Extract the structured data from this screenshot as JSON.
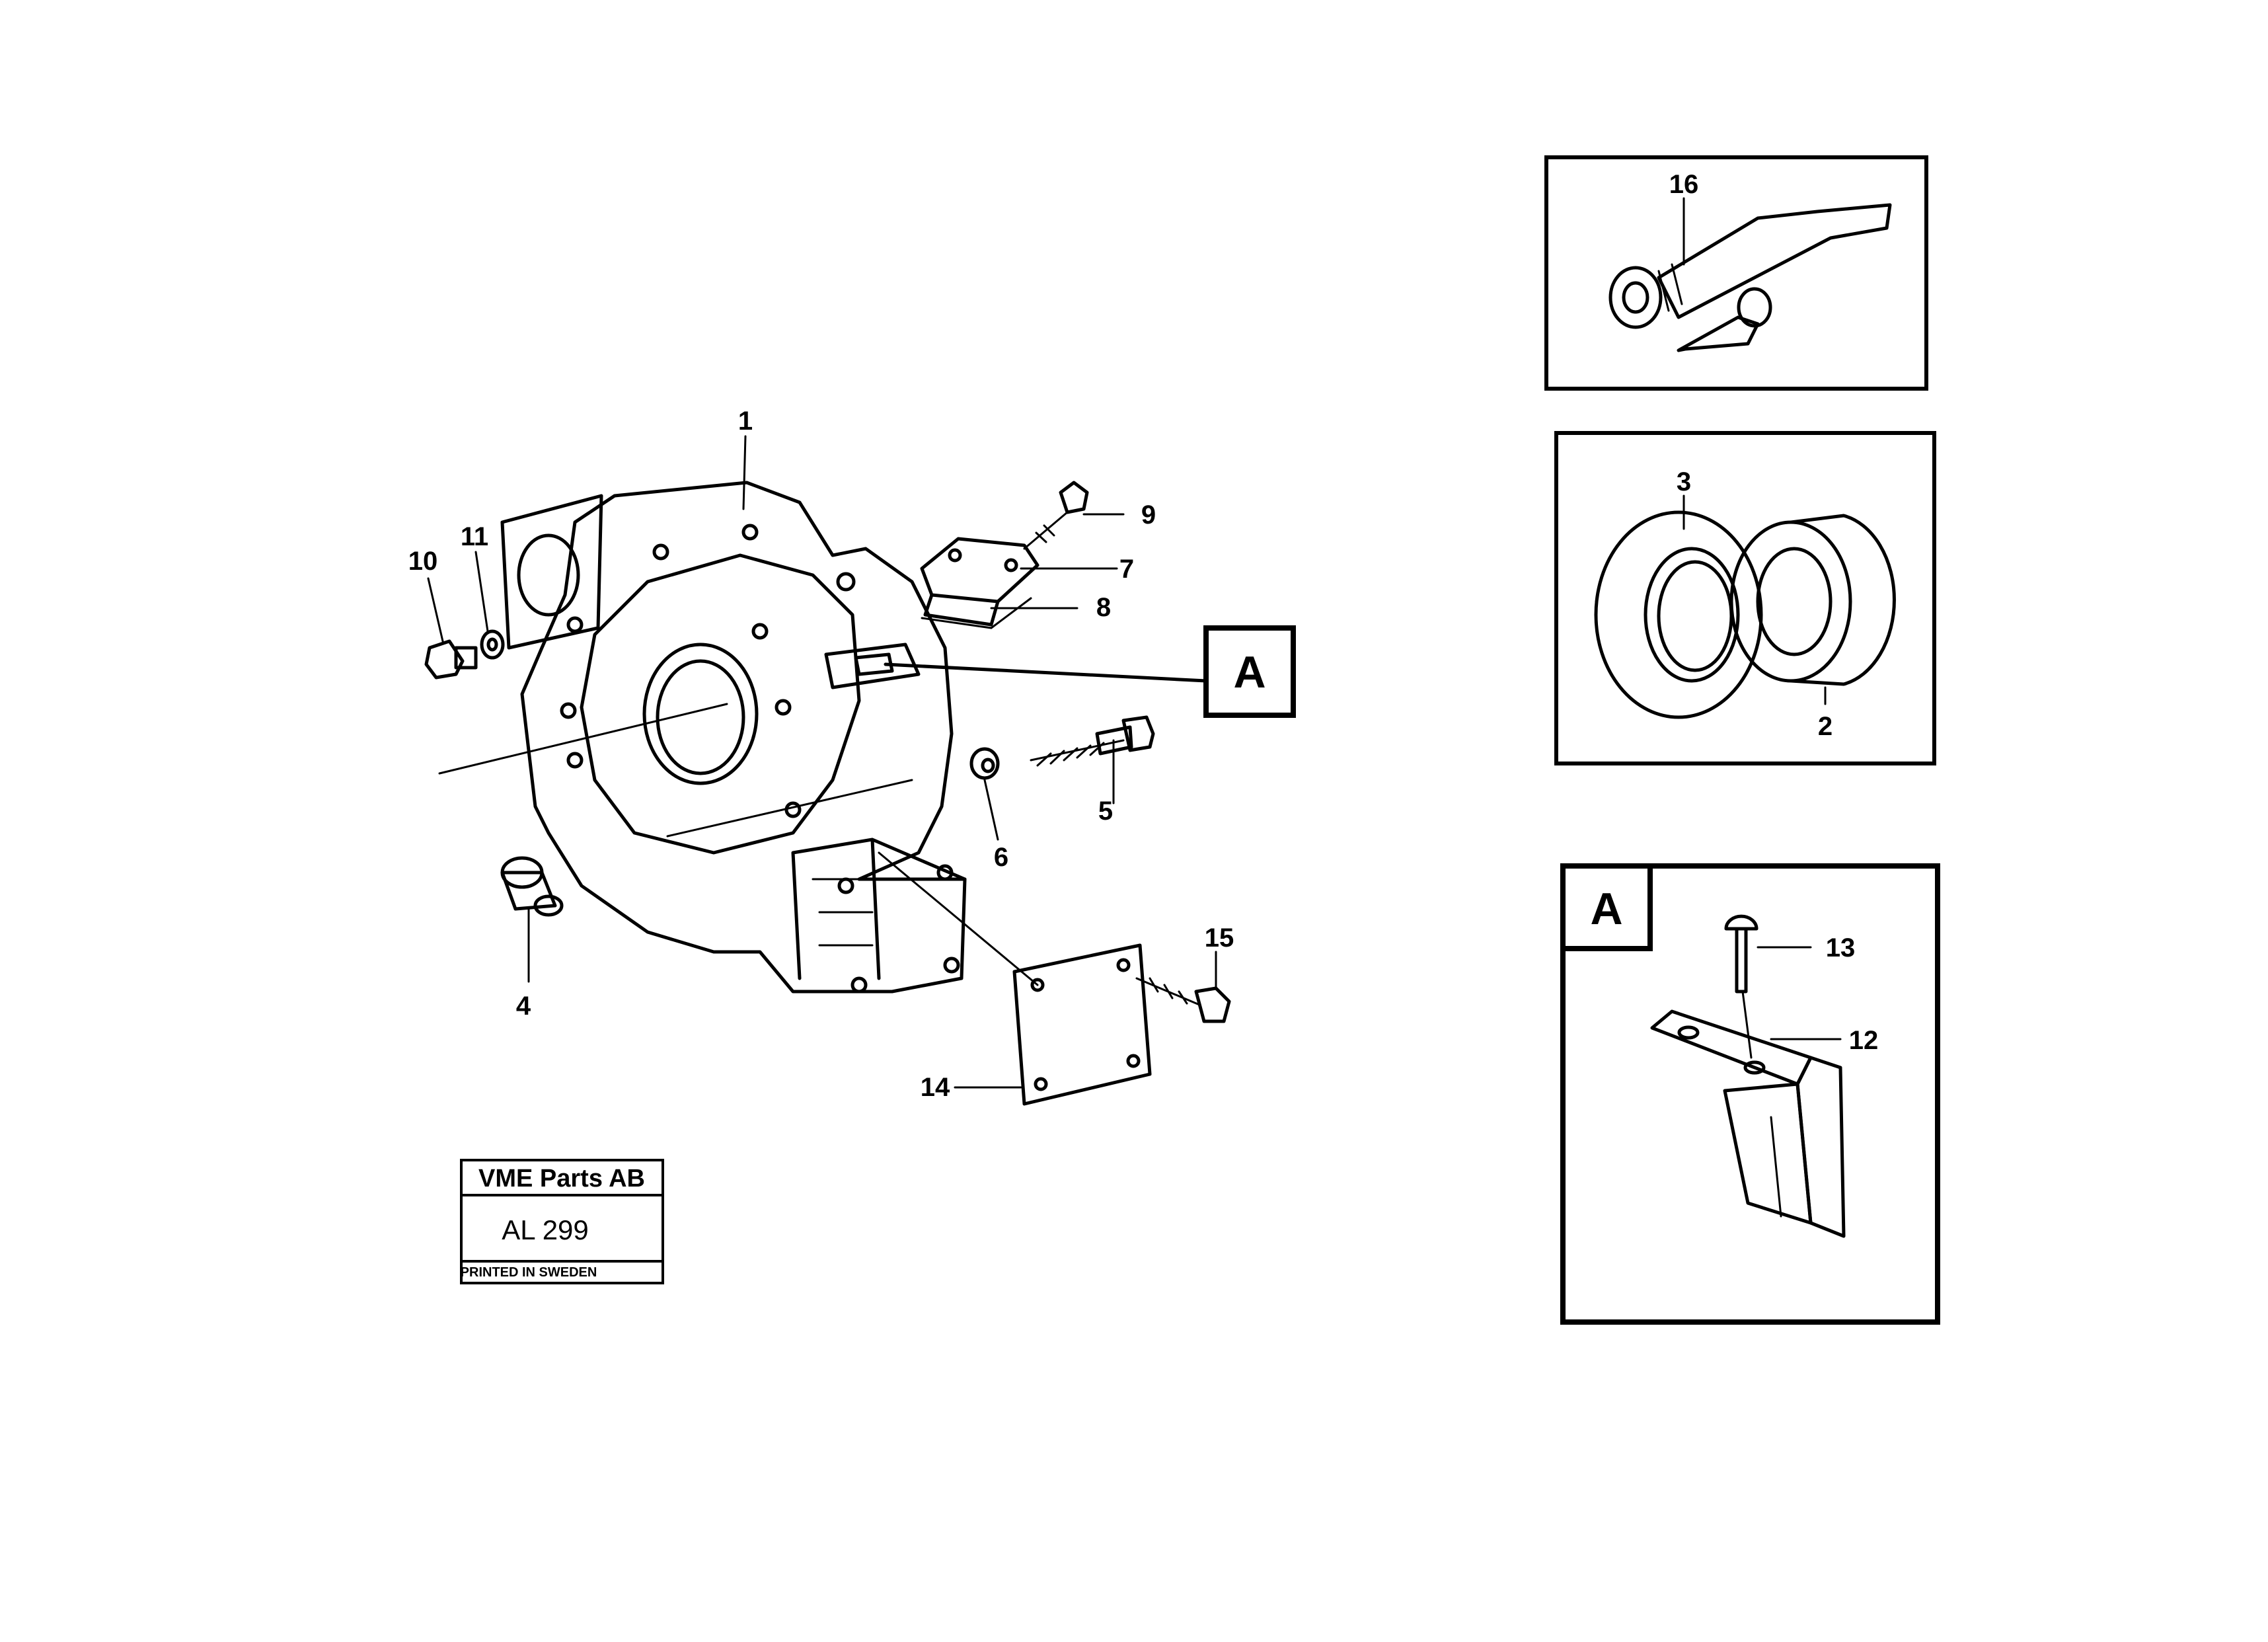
{
  "callouts": {
    "c1": "1",
    "c2": "2",
    "c3": "3",
    "c4": "4",
    "c5": "5",
    "c6": "6",
    "c7": "7",
    "c8": "8",
    "c9": "9",
    "c10": "10",
    "c11": "11",
    "c12": "12",
    "c13": "13",
    "c14": "14",
    "c15": "15",
    "c16": "16"
  },
  "detail_ref": {
    "main_marker": "A",
    "detail_box_marker": "A"
  },
  "stamp": {
    "company": "VME Parts AB",
    "code": "AL 299",
    "footer": "PRINTED IN SWEDEN"
  }
}
